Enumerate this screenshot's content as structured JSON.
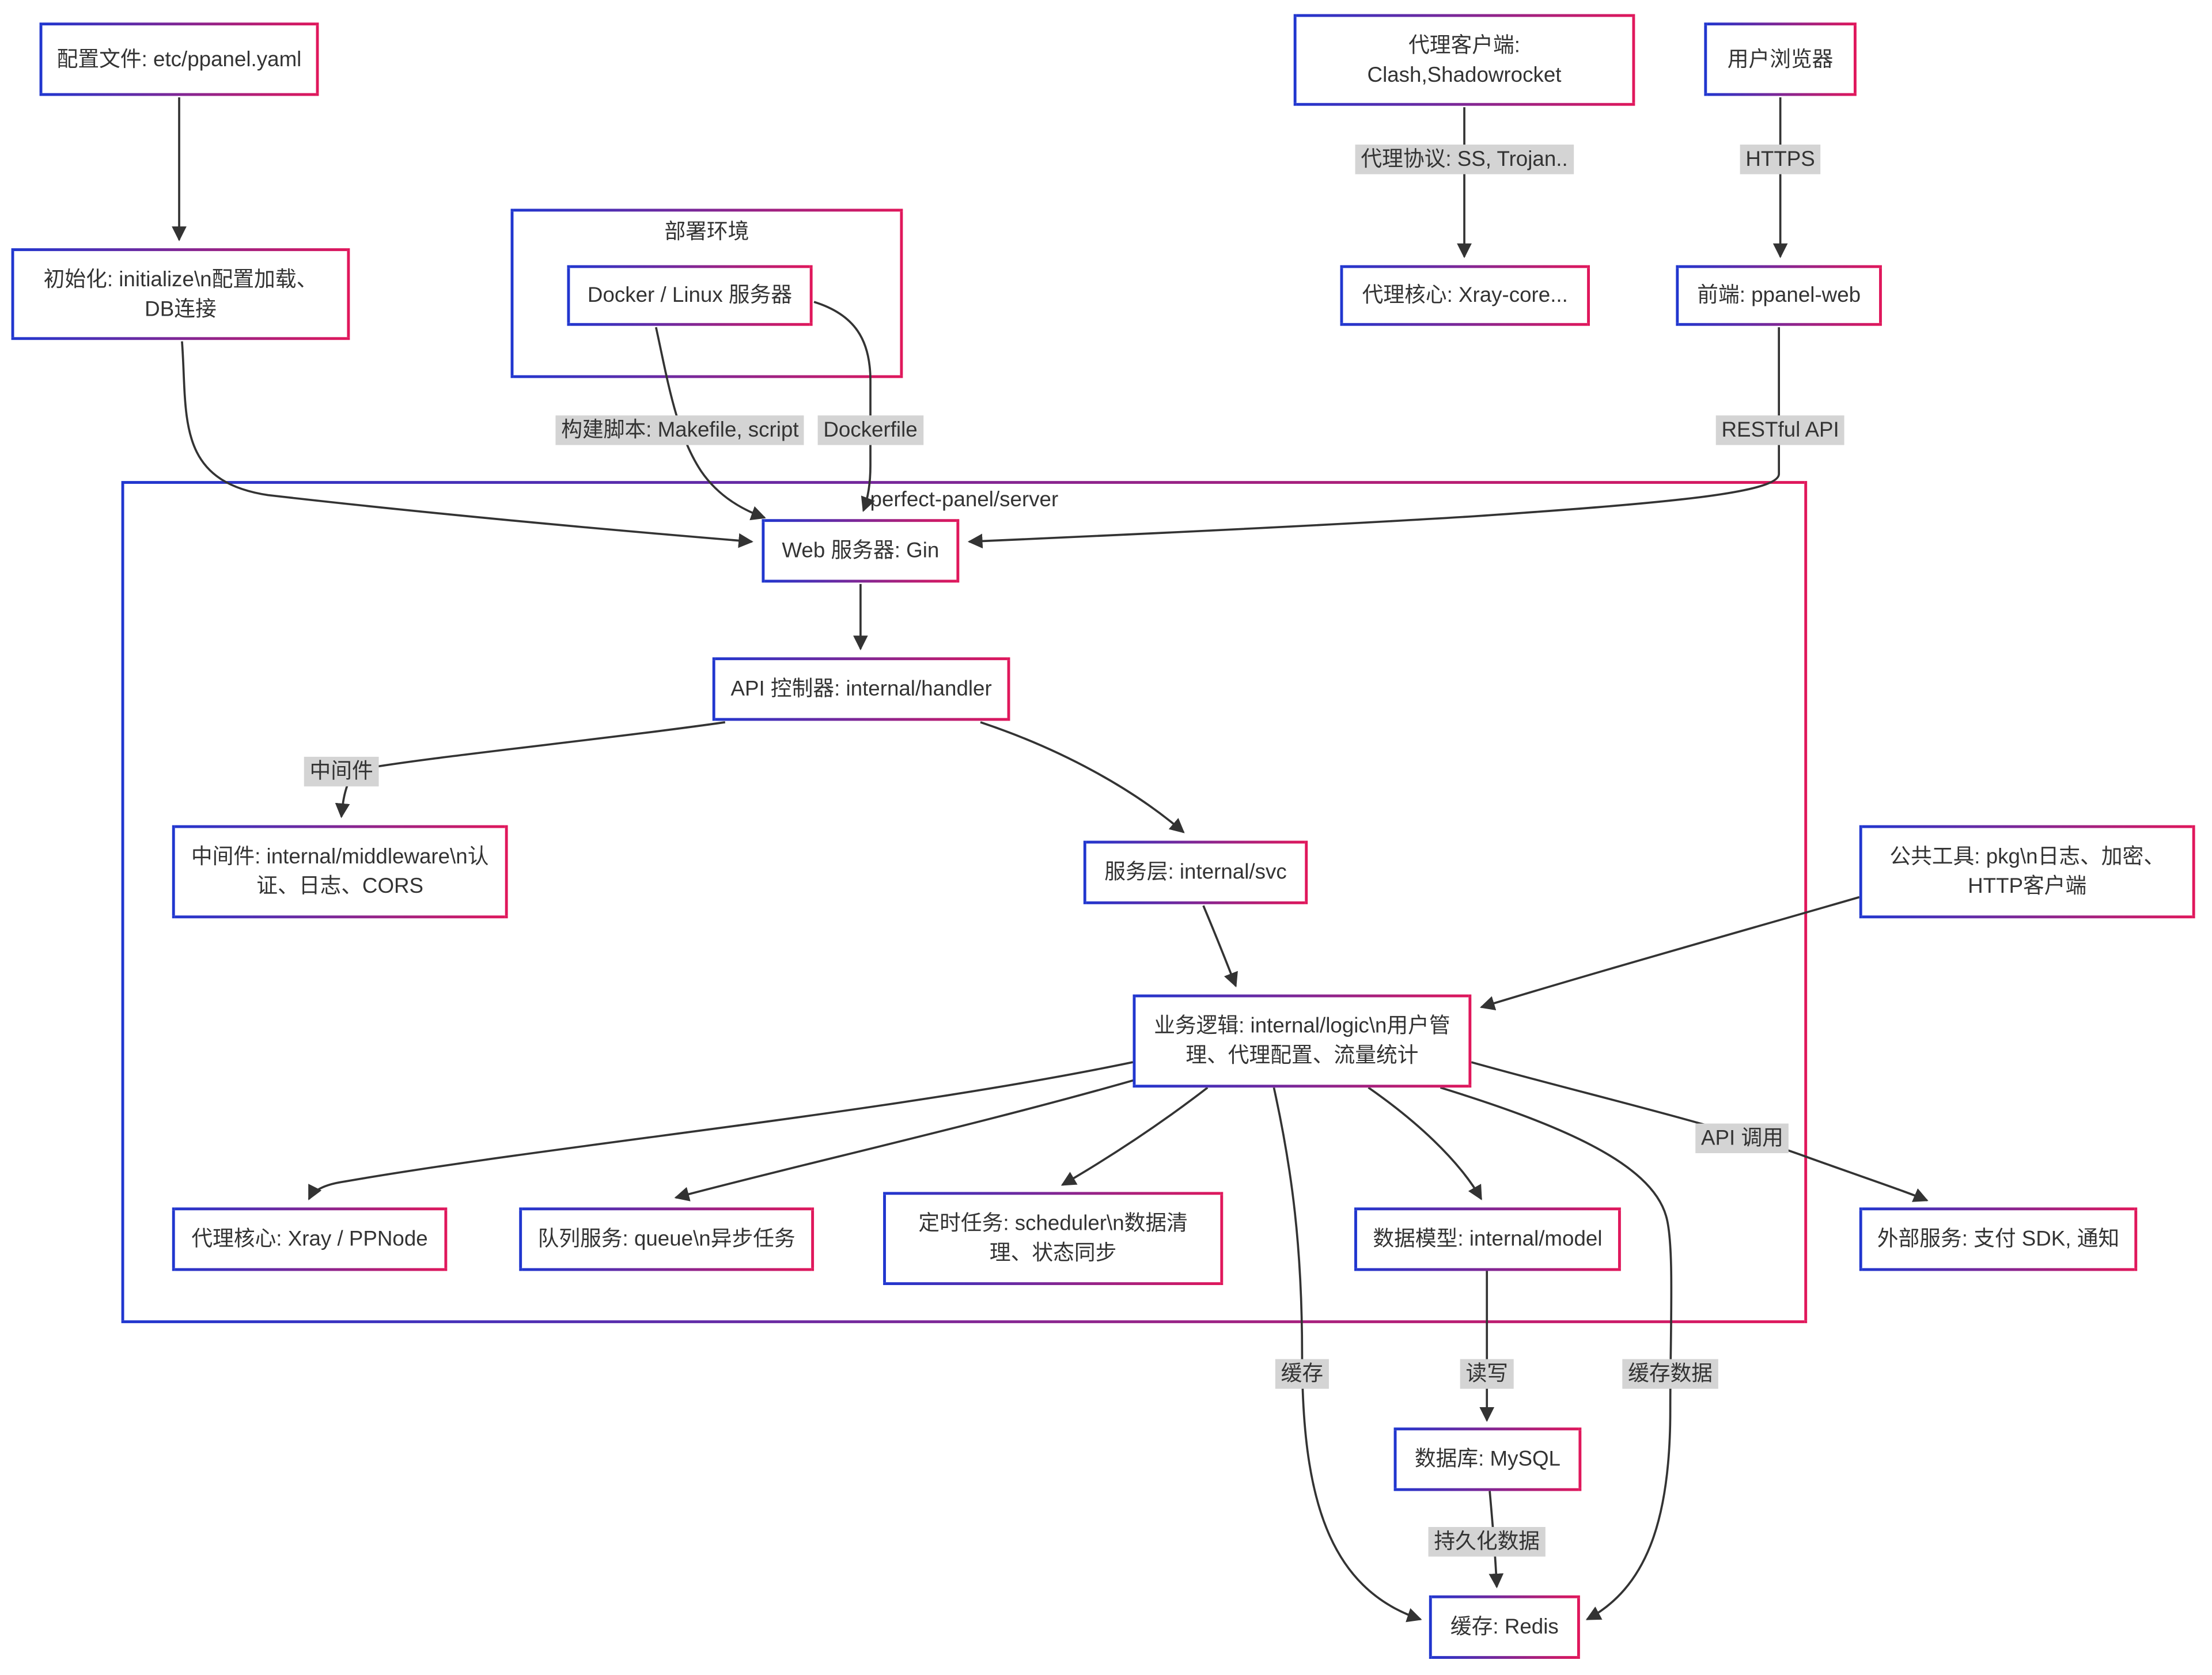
{
  "diagram": {
    "clusters": {
      "deploy_env": "部署环境",
      "server": "perfect-panel/server"
    },
    "nodes": {
      "config_file": "配置文件: etc/ppanel.yaml",
      "proxy_client": "代理客户端:\nClash,Shadowrocket",
      "browser": "用户浏览器",
      "init": "初始化: initialize\\n配置加载、\nDB连接",
      "docker": "Docker / Linux 服务器",
      "xray_core": "代理核心: Xray-core...",
      "frontend": "前端: ppanel-web",
      "gin": "Web 服务器: Gin",
      "handler": "API 控制器: internal/handler",
      "middleware": "中间件: internal/middleware\\n认\n证、日志、CORS",
      "svc": "服务层: internal/svc",
      "logic": "业务逻辑: internal/logic\\n用户管\n理、代理配置、流量统计",
      "pkg_tools": "公共工具: pkg\\n日志、加密、\nHTTP客户端",
      "xray_ppnode": "代理核心: Xray / PPNode",
      "queue": "队列服务: queue\\n异步任务",
      "scheduler": "定时任务: scheduler\\n数据清\n理、状态同步",
      "model": "数据模型: internal/model",
      "external_service": "外部服务: 支付 SDK, 通知",
      "mysql": "数据库: MySQL",
      "redis": "缓存: Redis"
    },
    "edge_labels": {
      "proxy_protocol": "代理协议: SS, Trojan..",
      "https": "HTTPS",
      "build_script": "构建脚本: Makefile, script",
      "dockerfile": "Dockerfile",
      "restful_api": "RESTful API",
      "middleware": "中间件",
      "api_call": "API 调用",
      "cache": "缓存",
      "read_write": "读写",
      "cache_data": "缓存数据",
      "persist": "持久化数据"
    },
    "colors": {
      "border_gradient_start": "#2036cf",
      "border_gradient_end": "#e0175b",
      "edge": "#333333",
      "edge_label_bg": "#d4d4d4",
      "text": "#333333",
      "background": "#ffffff"
    }
  }
}
